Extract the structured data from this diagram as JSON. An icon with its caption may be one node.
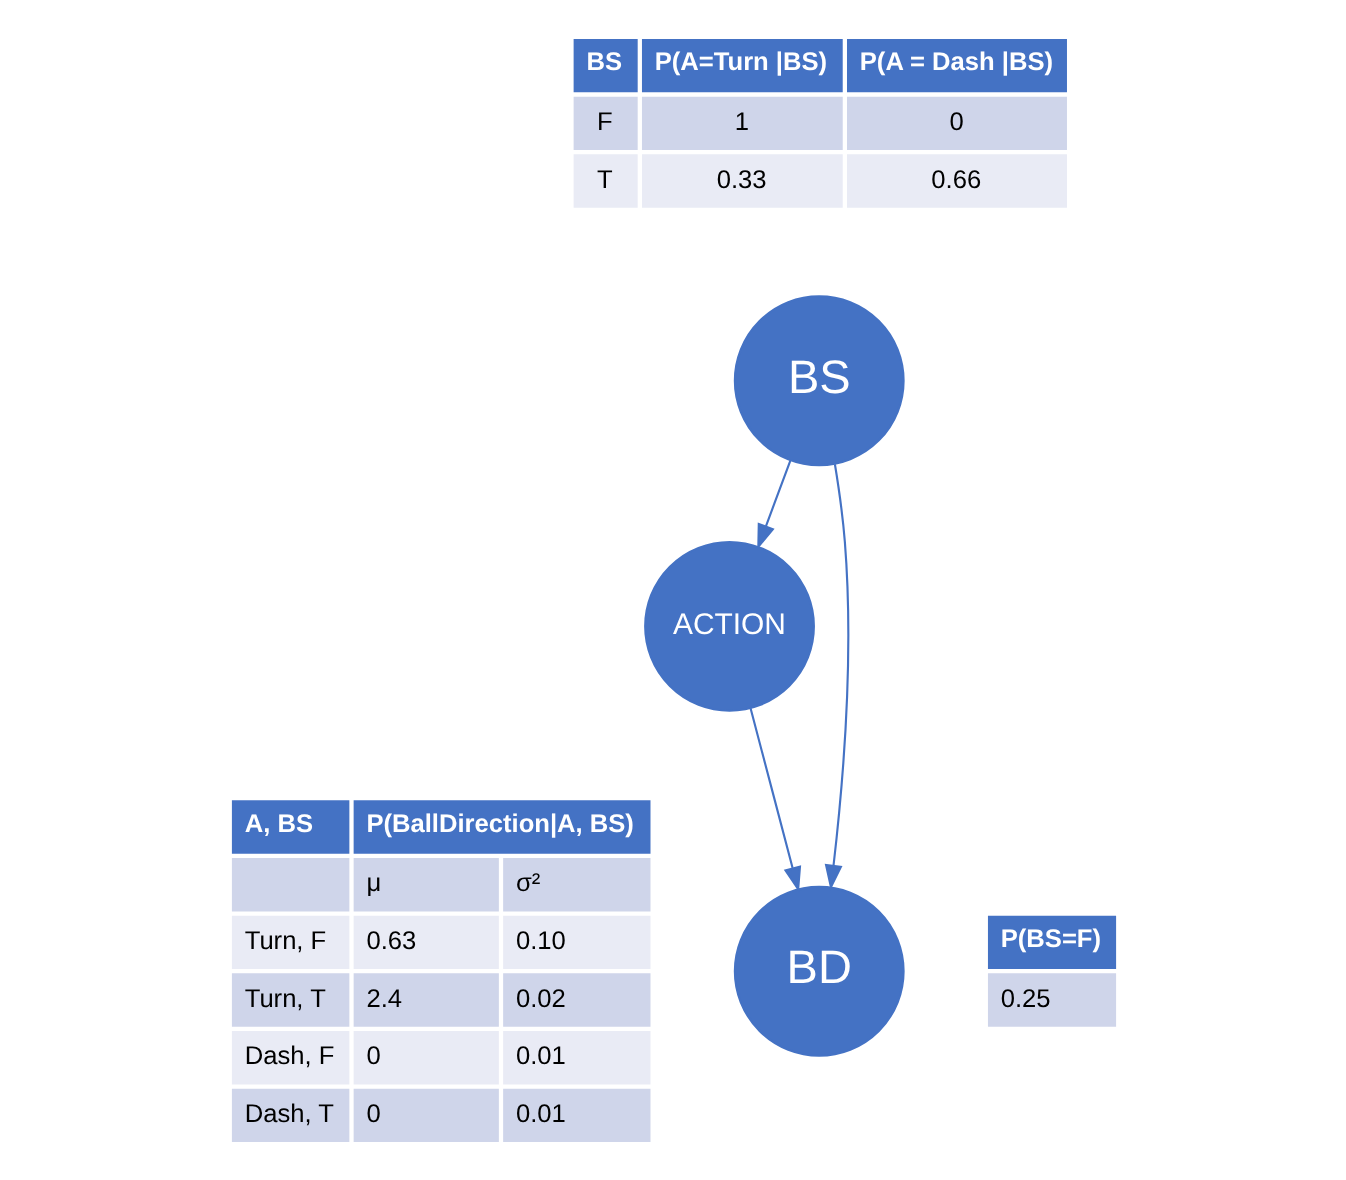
{
  "diagram": {
    "nodes": [
      {
        "text": [
          "ACTION"
        ]
      },
      {
        "text": [
          "BS"
        ]
      },
      {
        "text": [
          "BD"
        ]
      }
    ],
    "edges": [
      {
        "from": 1,
        "to": 0,
        "arrow": "to"
      },
      {
        "from": 0,
        "to": 2,
        "arrow": "to"
      },
      {
        "from": 1,
        "to": 2,
        "arrow": "to"
      }
    ],
    "labels": [
      "BS",
      "P(A=Turn |BS)",
      "P(A = Dash |BS)",
      "F",
      "1",
      "0",
      "T",
      "0.33",
      "0.66",
      "A, BS",
      "P(BallDirection|A, BS)",
      "μ",
      "σ²",
      "Turn, F",
      "0.63",
      "0.10",
      "Turn, T",
      "2.4",
      "0.02",
      "Dash, F",
      "0",
      "0.01",
      "Dash, T",
      "0",
      "0.01",
      "P(BS=F)",
      "0.25"
    ]
  }
}
